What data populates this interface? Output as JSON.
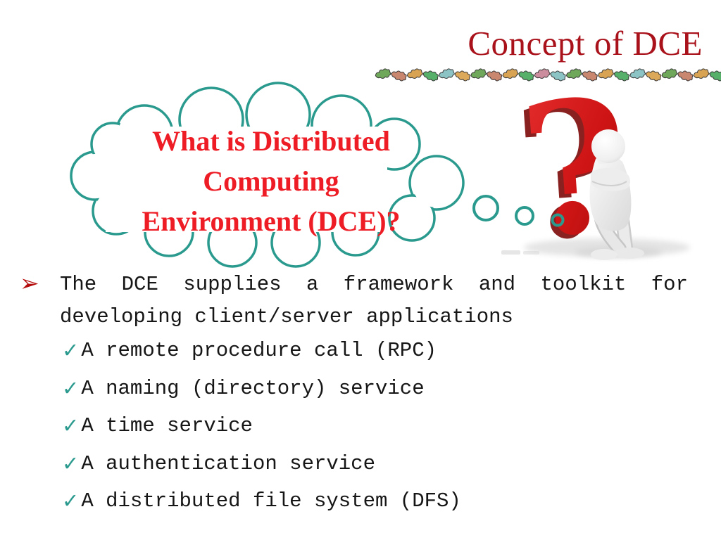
{
  "title": "Concept of DCE",
  "cloud": {
    "line1": "What is Distributed",
    "line2": "Computing",
    "line3": "Environment (DCE)?"
  },
  "bullets": {
    "arrow_marker": "➢",
    "main": {
      "line1": "The DCE supplies a framework and toolkit for",
      "line2": "developing client/server applications"
    },
    "check_marker": "✓",
    "items": [
      "A remote procedure call (RPC)",
      "A naming (directory) service",
      "A time service",
      "A authentication service",
      "A distributed file system (DFS)"
    ]
  },
  "decor": {
    "question_mark": "?",
    "leaf_colors": [
      "#6FA85A",
      "#C9876F",
      "#D8A353",
      "#57B06A",
      "#8CC4C6",
      "#DCA95B",
      "#6FA85A",
      "#C9876F",
      "#D8A353",
      "#57B06A",
      "#CC8E9E",
      "#8CC4C6"
    ]
  },
  "colors": {
    "title_red": "#A9121B",
    "cloud_text_red": "#EE1C25",
    "teal": "#2B9A8E",
    "arrow_red": "#B50D0D",
    "question_mark_red": "#D41717",
    "body_text": "#161616"
  }
}
